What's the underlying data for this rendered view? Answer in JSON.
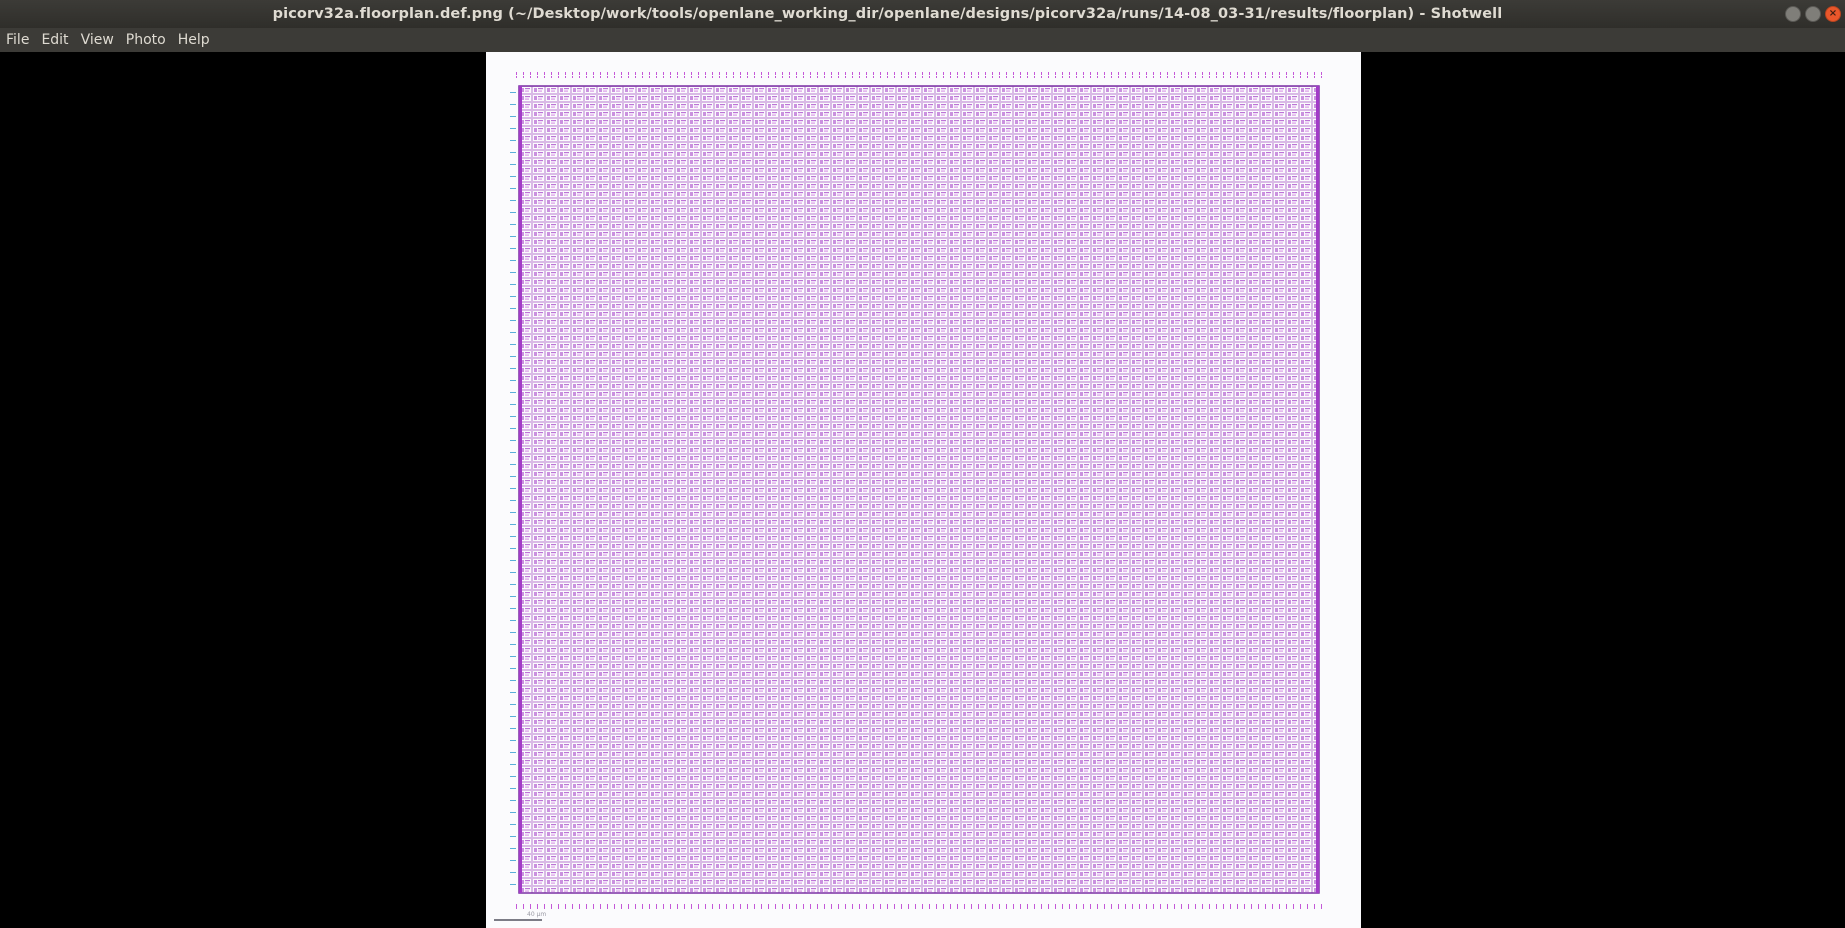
{
  "window": {
    "title": "picorv32a.floorplan.def.png (~/Desktop/work/tools/openlane_working_dir/openlane/designs/picorv32a/runs/14-08_03-31/results/floorplan) - Shotwell",
    "minimize_glyph": "–",
    "maximize_glyph": "□",
    "close_glyph": "×"
  },
  "menu": {
    "items": [
      {
        "label": "File"
      },
      {
        "label": "Edit"
      },
      {
        "label": "View"
      },
      {
        "label": "Photo"
      },
      {
        "label": "Help"
      }
    ]
  },
  "image": {
    "scale_label": "40 µm",
    "background_color": "#fbfbfd",
    "cell_color": "#a23bc7",
    "pin_color": "#c458d8",
    "boundary_color": "#7a2fa3"
  },
  "colors": {
    "titlebar": "#3c3b37",
    "menubar": "#3c3b37",
    "viewer_background": "#000000",
    "close_button": "#e9572b"
  }
}
